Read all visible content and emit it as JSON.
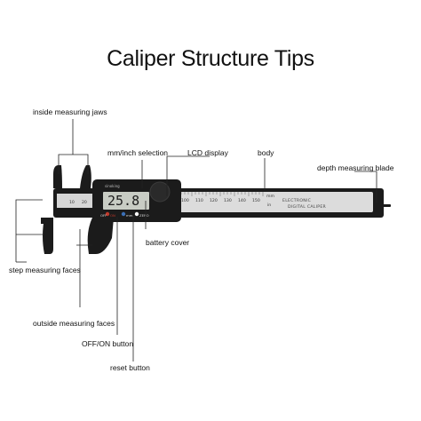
{
  "title": "Caliper Structure Tips",
  "labels": {
    "inside_jaws": "inside measuring jaws",
    "mm_inch": "mm/inch selection",
    "lcd": "LCD display",
    "body": "body",
    "depth_blade": "depth measuring blade",
    "battery_cover": "battery cover",
    "step_faces": "step measuring faces",
    "outside_faces": "outside measuring faces",
    "off_on": "OFF/ON button",
    "reset": "reset button"
  },
  "caliper": {
    "lcd_reading": "25.8",
    "brand": "sinoking",
    "unit_top": "mm",
    "unit_bottom": "in",
    "body_text_1": "ELECTRONIC",
    "body_text_2": "DIGITAL CALIPER",
    "btn_off": "OFF",
    "btn_on": "ON",
    "btn_mm": "mm",
    "btn_in": "inch",
    "btn_zero": "ZERO",
    "scale_head": [
      "10",
      "20"
    ],
    "scale_body": [
      "100",
      "110",
      "120",
      "130",
      "140",
      "150"
    ]
  },
  "colors": {
    "caliper_black": "#1b1b1b",
    "scale_gray": "#dcdcdc",
    "lcd_bg": "#c8ccc4",
    "leader_line": "#222222",
    "button_red": "#c0392b",
    "button_blue": "#3b6fb6"
  }
}
